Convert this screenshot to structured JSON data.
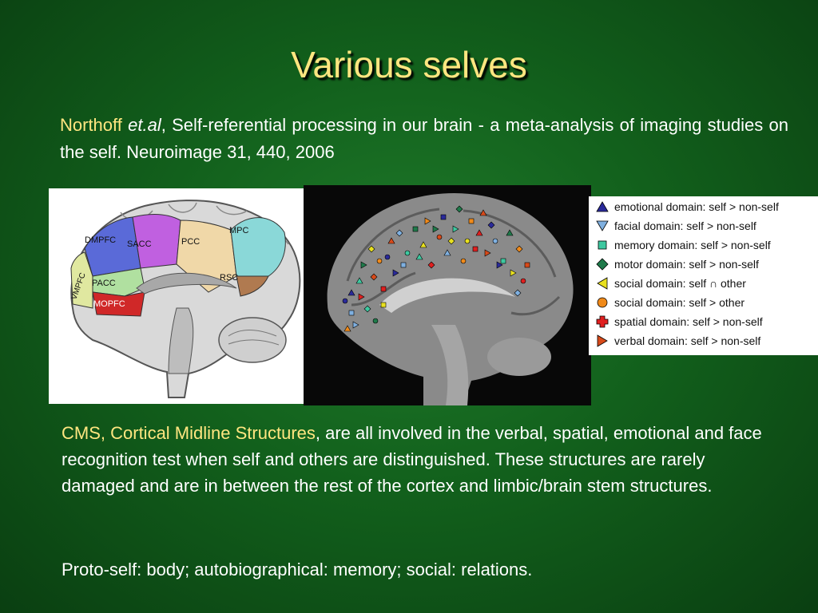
{
  "slide": {
    "title": "Various selves",
    "citation": {
      "author": "Northoff",
      "etal": "et.al",
      "text": ", Self-referential processing in our brain - a meta-analysis of imaging studies on the self. Neuroimage 31, 440, 2006"
    },
    "figure_left": {
      "labels": [
        "DMPFC",
        "SACC",
        "PCC",
        "MPC",
        "VMPFC",
        "PACC",
        "RSC",
        "MOPFC"
      ]
    },
    "legend": [
      {
        "label": "emotional domain: self > non-self",
        "icon": "triangle-up-icon",
        "color": "#2a2a9a"
      },
      {
        "label": "facial domain: self > non-self",
        "icon": "triangle-down-icon",
        "color": "#7fb0e0"
      },
      {
        "label": "memory domain: self > non-self",
        "icon": "square-icon",
        "color": "#3ec8a0"
      },
      {
        "label": "motor domain: self > non-self",
        "icon": "diamond-icon",
        "color": "#1f7a4a"
      },
      {
        "label": "social domain: self ∩ other",
        "icon": "triangle-left-icon",
        "color": "#e8e020"
      },
      {
        "label": "social domain: self > other",
        "icon": "circle-icon",
        "color": "#f08a1a"
      },
      {
        "label": "spatial domain: self > non-self",
        "icon": "cross-icon",
        "color": "#e02020"
      },
      {
        "label": "verbal domain: self > non-self",
        "icon": "triangle-right-icon",
        "color": "#d84a1a"
      }
    ],
    "paragraph": {
      "cms": "CMS",
      "comma": ", ",
      "cms_full": "Cortical Midline Structures",
      "rest": ", are all involved in the verbal, spatial, emotional and face recognition test when self and others are distinguished. These structures are rarely damaged and are in between the rest of the cortex and limbic/brain stem structures."
    },
    "proto": "Proto-self: body; autobiographical: memory; social: relations."
  },
  "colors": {
    "accent": "#ffe680",
    "text": "#ffffff"
  }
}
